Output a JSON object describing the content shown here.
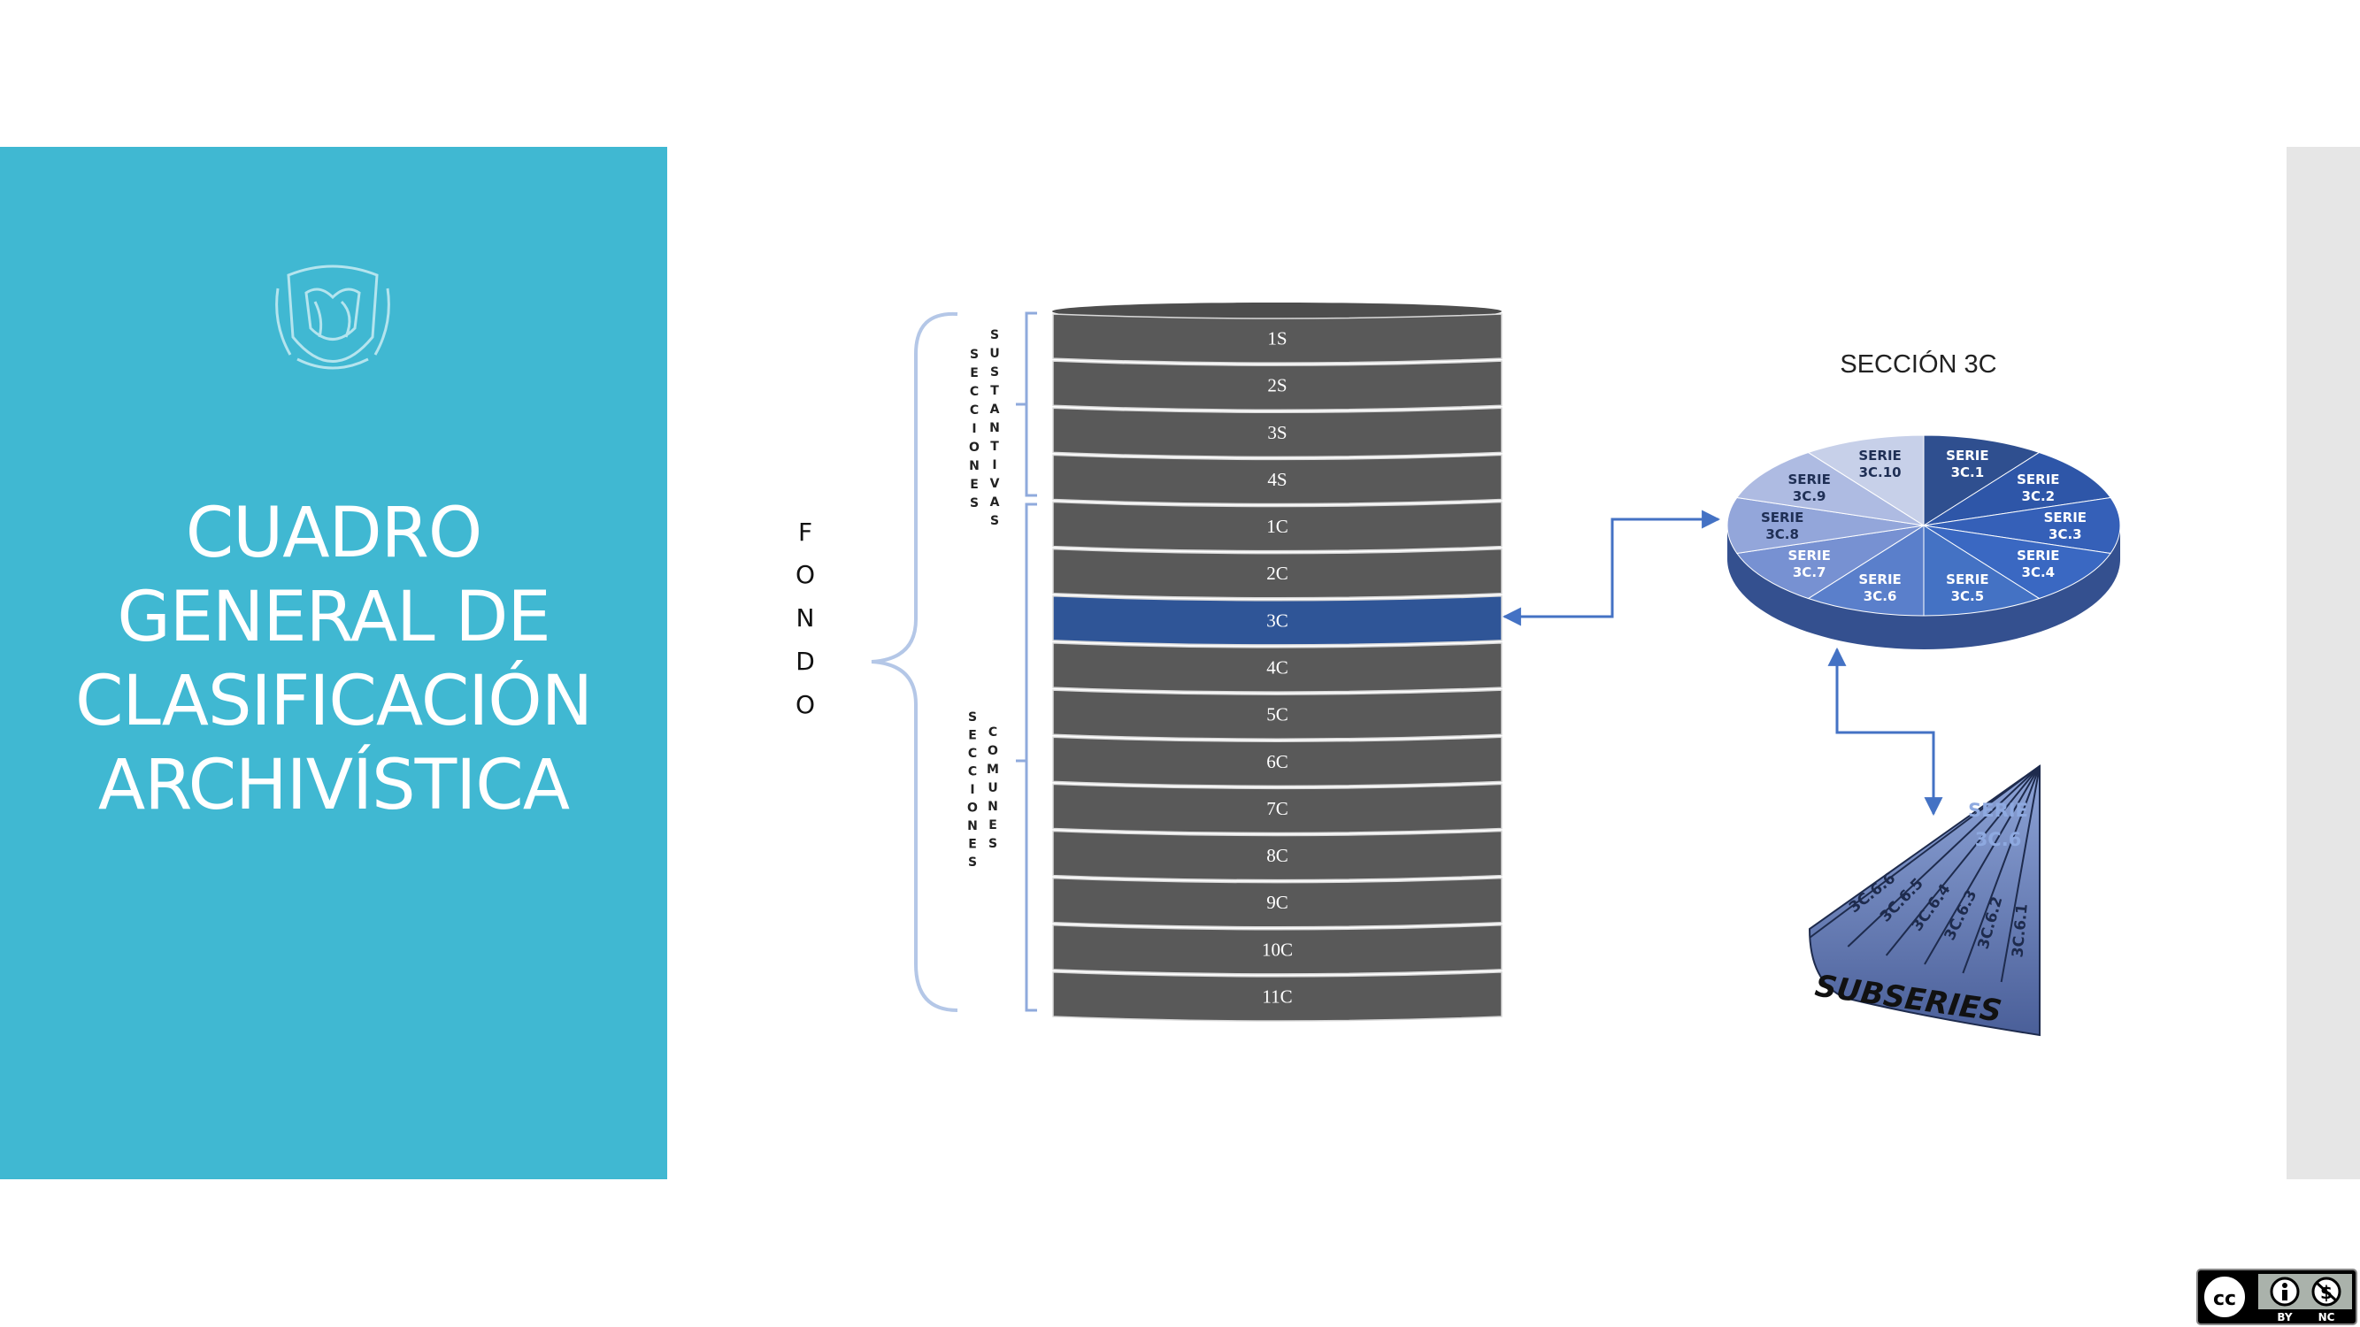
{
  "title": {
    "lines": [
      "CUADRO",
      "GENERAL DE",
      "CLASIFICACIÓN",
      "ARCHIVÍSTICA"
    ]
  },
  "fondo": {
    "letters": [
      "F",
      "O",
      "N",
      "D",
      "O"
    ]
  },
  "groups": {
    "sustantivas": {
      "col1": [
        "S",
        "E",
        "C",
        "C",
        "I",
        "O",
        "N",
        "E",
        "S"
      ],
      "col2": [
        "S",
        "U",
        "S",
        "T",
        "A",
        "N",
        "T",
        "I",
        "V",
        "A",
        "S"
      ]
    },
    "comunes": {
      "col1": [
        "S",
        "E",
        "C",
        "C",
        "I",
        "O",
        "N",
        "E",
        "S"
      ],
      "col2": [
        "C",
        "O",
        "M",
        "U",
        "N",
        "E",
        "S"
      ]
    }
  },
  "sections": [
    "1S",
    "2S",
    "3S",
    "4S",
    "1C",
    "2C",
    "3C",
    "4C",
    "5C",
    "6C",
    "7C",
    "8C",
    "9C",
    "10C",
    "11C"
  ],
  "highlighted_section": "3C",
  "pie": {
    "title": "SECCIÓN 3C",
    "series": [
      {
        "line1": "SERIE",
        "line2": "3C.1"
      },
      {
        "line1": "SERIE",
        "line2": "3C.2"
      },
      {
        "line1": "SERIE",
        "line2": "3C.3"
      },
      {
        "line1": "SERIE",
        "line2": "3C.4"
      },
      {
        "line1": "SERIE",
        "line2": "3C.5"
      },
      {
        "line1": "SERIE",
        "line2": "3C.6"
      },
      {
        "line1": "SERIE",
        "line2": "3C.7"
      },
      {
        "line1": "SERIE",
        "line2": "3C.8"
      },
      {
        "line1": "SERIE",
        "line2": "3C.9"
      },
      {
        "line1": "SERIE",
        "line2": "3C.10"
      }
    ]
  },
  "fan": {
    "label_line1": "SERIE",
    "label_line2": "3C.6",
    "subseries": [
      "3C.6.6",
      "3C.6.5",
      "3C.6.4",
      "3C.6.3",
      "3C.6.2",
      "3C.6.1"
    ],
    "base_label": "SUBSERIES"
  },
  "license": {
    "cc": "cc",
    "by": "BY",
    "nc": "NC"
  },
  "colors": {
    "panel": "#40b8d2",
    "drawer": "#595959",
    "highlight": "#2f5597",
    "pie_dark": "#2f4f8f",
    "connector": "#4472c4",
    "brace": "#b4c7e7"
  }
}
